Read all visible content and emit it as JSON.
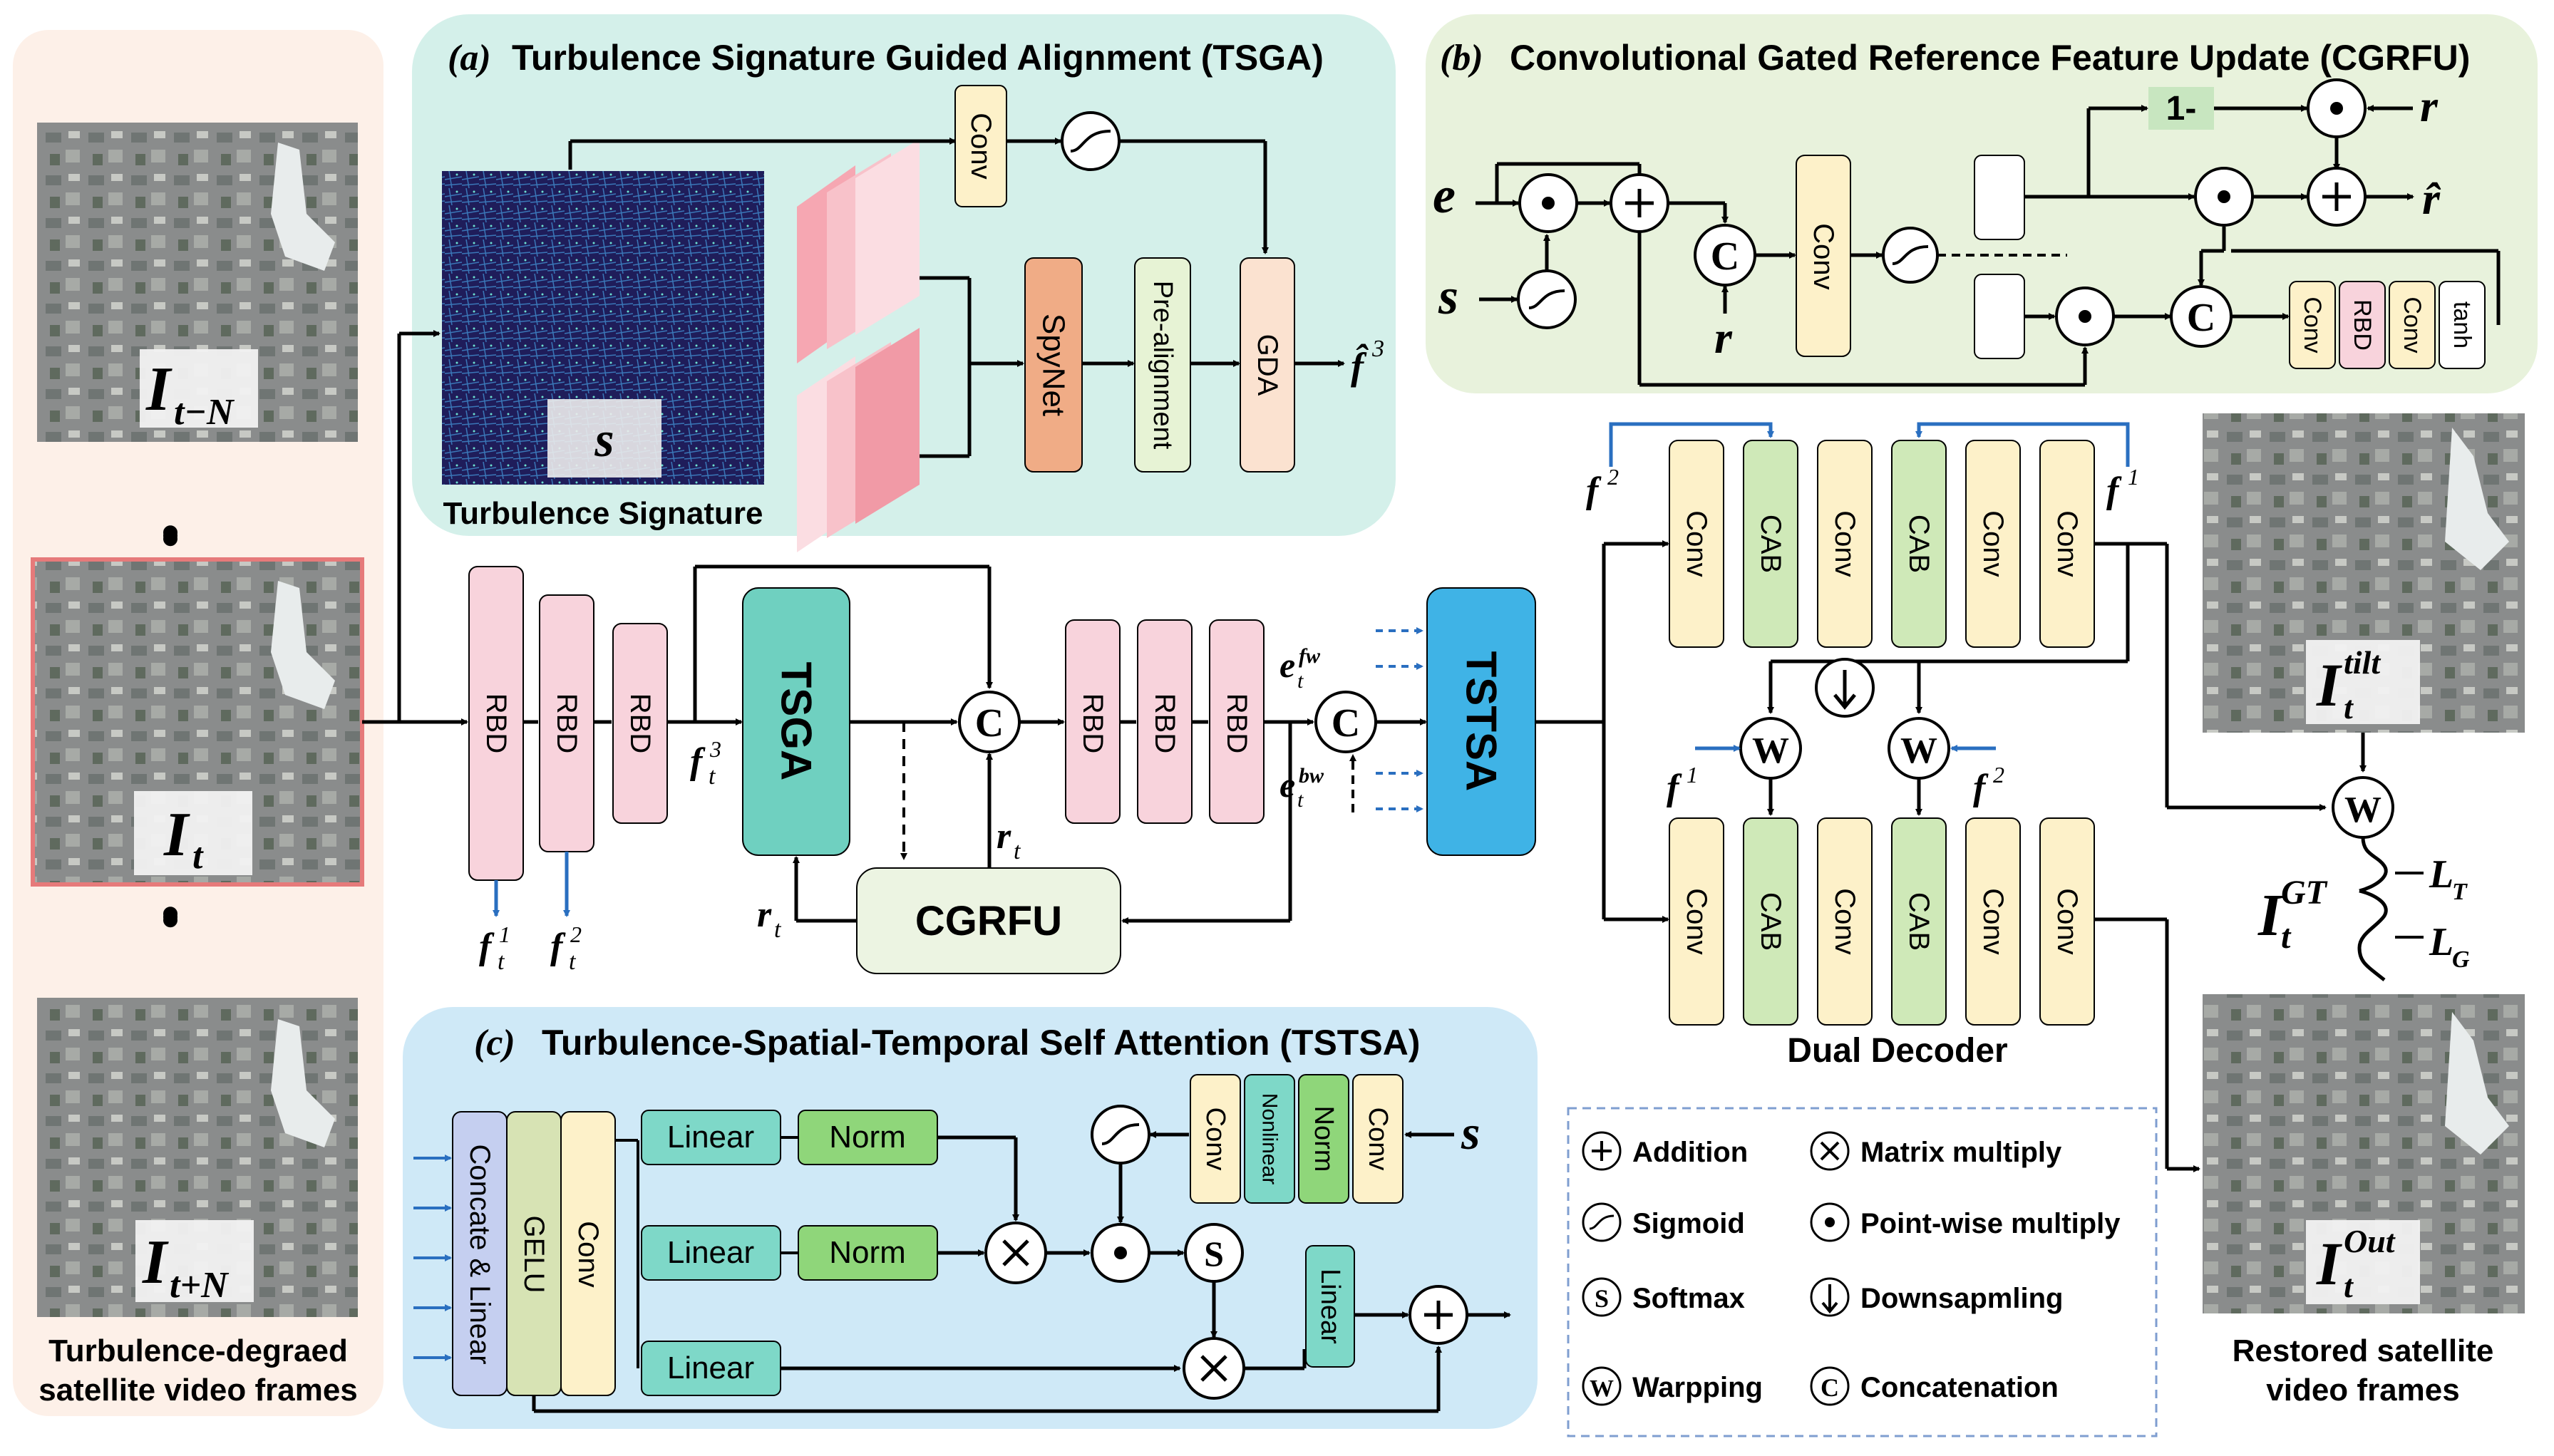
{
  "input_panel": {
    "caption_line1": "Turbulence-degraed",
    "caption_line2": "satellite video frames",
    "frames": [
      {
        "label_main": "I",
        "label_sub": "t−N"
      },
      {
        "label_main": "I",
        "label_sub": "t"
      },
      {
        "label_main": "I",
        "label_sub": "t+N"
      }
    ],
    "dots": "•••"
  },
  "tsga_panel": {
    "prefix": "(a)",
    "title": "Turbulence Signature Guided Alignment (TSGA)",
    "signature_label": "s",
    "signature_caption": "Turbulence Signature",
    "blocks": {
      "conv": "Conv",
      "spynet": "SpyNet",
      "prealign": "Pre-alignment",
      "gda": "GDA"
    },
    "output_label": "f̂",
    "output_sup": "3"
  },
  "cgrfu_panel": {
    "prefix": "(b)",
    "title": "Convolutional Gated Reference Feature Update (CGRFU)",
    "inputs": {
      "e": "e",
      "s": "s",
      "r": "r"
    },
    "one_minus": "1-",
    "r_in": "r",
    "r_out": "r̂",
    "blocks": {
      "conv": "Conv",
      "conv2": "Conv",
      "rbd": "RBD",
      "conv3": "Conv",
      "tanh": "tanh"
    },
    "concat": "C"
  },
  "main_pipeline": {
    "rbd": "RBD",
    "tsga": "TSGA",
    "cgrfu": "CGRFU",
    "tstsa": "TSTSA",
    "concat": "C",
    "f3_label": "f",
    "f3_sup": "3",
    "f1_label": "f",
    "f1_sup": "1",
    "f2_label": "f",
    "f2_sup": "2",
    "t_sub": "t",
    "r_label": "r",
    "efw_label": "e",
    "efw_sup": "fw",
    "ebw_label": "e",
    "ebw_sup": "bw"
  },
  "dual_decoder": {
    "caption": "Dual Decoder",
    "top_blocks": [
      "Conv",
      "CAB",
      "Conv",
      "CAB",
      "Conv",
      "Conv"
    ],
    "bottom_blocks": [
      "Conv",
      "CAB",
      "Conv",
      "CAB",
      "Conv",
      "Conv"
    ],
    "warp": "W",
    "f2_label": "f",
    "f2_sup": "2",
    "f1_label": "f",
    "f1_sup": "1"
  },
  "tstsa_panel": {
    "prefix": "(c)",
    "title": "Turbulence-Spatial-Temporal Self Attention (TSTSA)",
    "concat_linear": "Concate & Linear",
    "gelu": "GELU",
    "conv": "Conv",
    "linear": "Linear",
    "norm": "Norm",
    "nonlinear": "Nonlinear",
    "s_label": "s",
    "softmax": "S"
  },
  "legend": [
    {
      "symbol": "+",
      "label": "Addition"
    },
    {
      "symbol": "×",
      "label": "Matrix multiply"
    },
    {
      "symbol": "sigmoid",
      "label": "Sigmoid"
    },
    {
      "symbol": "•",
      "label": "Point-wise multiply"
    },
    {
      "symbol": "S",
      "label": "Softmax"
    },
    {
      "symbol": "↓",
      "label": "Downsapmling"
    },
    {
      "symbol": "W",
      "label": "Warpping"
    },
    {
      "symbol": "C",
      "label": "Concatenation"
    }
  ],
  "output_panel": {
    "caption_line1": "Restored satellite",
    "caption_line2": "video frames",
    "tilt_main": "I",
    "tilt_sup": "tilt",
    "tilt_sub": "t",
    "gt_main": "I",
    "gt_sup": "GT",
    "gt_sub": "t",
    "out_main": "I",
    "out_sup": "Out",
    "out_sub": "t",
    "lt_main": "L",
    "lt_sub": "T",
    "lg_main": "L",
    "lg_sub": "G",
    "warp": "W"
  },
  "colors": {
    "input_panel_bg": "#fdf0e8",
    "tsga_bg": "#d4f0ea",
    "cgrfu_bg": "#e8f2dc",
    "tstsa_bg": "#cfe9f7",
    "rbd": "#f8d3dc",
    "conv": "#fdf1c9",
    "cab": "#cfe9b8",
    "spynet": "#f0ac86",
    "prealign": "#e7f3d5",
    "gda": "#fbe2d0",
    "tsga_block": "#6fd0c0",
    "tstsa_block": "#3fb3e6",
    "cgrfu_block": "#ecf4e2",
    "linear": "#7ed8c8",
    "norm": "#8fd67a",
    "nonlinear": "#7ed8c8",
    "concat_linear": "#c5cff0",
    "gelu": "#d7e3b4",
    "arrow_blue": "#2a6fc0",
    "frame_highlight": "#e67a7a"
  }
}
